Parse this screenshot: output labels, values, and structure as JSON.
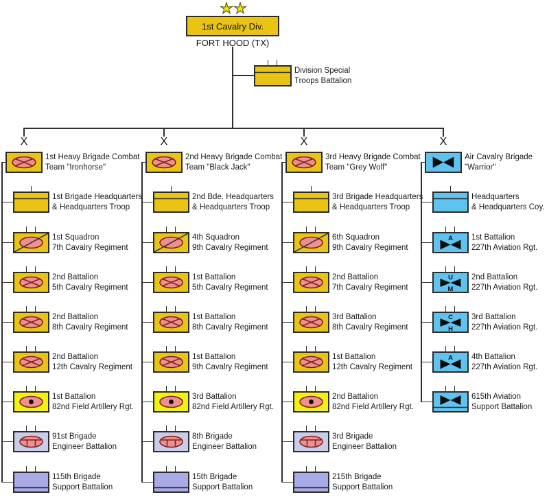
{
  "colors": {
    "gold": "#E9C414",
    "yellow": "#F2F20E",
    "lavender": "#C7CCE9",
    "purple": "#A9ABE6",
    "blue": "#5FC2EF",
    "oval_pink": "#EF9090",
    "oval_outline": "#7A2020",
    "line": "#2E2E2E",
    "star": "#F2E60D",
    "star_outline": "#55500A"
  },
  "root": {
    "name": "1st Cavalry Div.",
    "location": "FORT HOOD (TX)",
    "stars": 2
  },
  "division_unit": {
    "symbol": "hq",
    "fill": "gold",
    "echelon": "battalion",
    "label_lines": [
      "Division Special",
      "Troops Battalion"
    ]
  },
  "echelon_brigade_mark": "X",
  "brigades": [
    {
      "label_lines": [
        "1st Heavy Brigade Combat",
        "Team \"Ironhorse\""
      ],
      "symbol": "armor",
      "fill": "gold",
      "units": [
        {
          "symbol": "hq",
          "fill": "gold",
          "echelon": "company",
          "label_lines": [
            "1st Brigade Headquarters",
            "& Headquarters Troop"
          ]
        },
        {
          "symbol": "cavalry",
          "fill": "gold",
          "echelon": "battalion",
          "label_lines": [
            "1st Squadron",
            "7th Cavalry Regiment"
          ]
        },
        {
          "symbol": "armor",
          "fill": "gold",
          "echelon": "battalion",
          "label_lines": [
            "2nd Battalion",
            "5th Cavalry Regiment"
          ]
        },
        {
          "symbol": "armor",
          "fill": "gold",
          "echelon": "battalion",
          "label_lines": [
            "2nd Battalion",
            "8th Cavalry Regiment"
          ]
        },
        {
          "symbol": "armor",
          "fill": "gold",
          "echelon": "battalion",
          "label_lines": [
            "2nd Battalion",
            "12th Cavalry Regiment"
          ]
        },
        {
          "symbol": "artillery",
          "fill": "yellow",
          "echelon": "battalion",
          "label_lines": [
            "1st Battalion",
            "82nd Field Artillery Rgt."
          ]
        },
        {
          "symbol": "engineer",
          "fill": "lavender",
          "echelon": "battalion",
          "label_lines": [
            "91st Brigade",
            "Engineer Battalion"
          ]
        },
        {
          "symbol": "support",
          "fill": "purple",
          "echelon": "battalion",
          "label_lines": [
            "115th Brigade",
            "Support Battalion"
          ]
        }
      ]
    },
    {
      "label_lines": [
        "2nd Heavy Brigade Combat",
        "Team \"Black Jack\""
      ],
      "symbol": "armor",
      "fill": "gold",
      "units": [
        {
          "symbol": "hq",
          "fill": "gold",
          "echelon": "company",
          "label_lines": [
            "2nd Bde. Headquarters",
            "& Headquarters Troop"
          ]
        },
        {
          "symbol": "cavalry",
          "fill": "gold",
          "echelon": "battalion",
          "label_lines": [
            "4th Squadron",
            "9th Cavalry Regiment"
          ]
        },
        {
          "symbol": "armor",
          "fill": "gold",
          "echelon": "battalion",
          "label_lines": [
            "1st Battalion",
            "5th Cavalry Regiment"
          ]
        },
        {
          "symbol": "armor",
          "fill": "gold",
          "echelon": "battalion",
          "label_lines": [
            "1st Battalion",
            "8th Cavalry Regiment"
          ]
        },
        {
          "symbol": "armor",
          "fill": "gold",
          "echelon": "battalion",
          "label_lines": [
            "1st Battalion",
            "9th Cavalry Regiment"
          ]
        },
        {
          "symbol": "artillery",
          "fill": "yellow",
          "echelon": "battalion",
          "label_lines": [
            "3rd Battalion",
            "82nd Field Artillery Rgt."
          ]
        },
        {
          "symbol": "engineer",
          "fill": "lavender",
          "echelon": "battalion",
          "label_lines": [
            "8th Brigade",
            "Engineer Battalion"
          ]
        },
        {
          "symbol": "support",
          "fill": "purple",
          "echelon": "battalion",
          "label_lines": [
            "15th Brigade",
            "Support Battalion"
          ]
        }
      ]
    },
    {
      "label_lines": [
        "3rd Heavy Brigade Combat",
        "Team \"Grey Wolf\""
      ],
      "symbol": "armor",
      "fill": "gold",
      "units": [
        {
          "symbol": "hq",
          "fill": "gold",
          "echelon": "company",
          "label_lines": [
            "3rd Brigade Headquarters",
            "& Headquarters Troop"
          ]
        },
        {
          "symbol": "cavalry",
          "fill": "gold",
          "echelon": "battalion",
          "label_lines": [
            "6th Squadron",
            "9th Cavalry Regiment"
          ]
        },
        {
          "symbol": "armor",
          "fill": "gold",
          "echelon": "battalion",
          "label_lines": [
            "2nd Battalion",
            "7th Cavalry Regiment"
          ]
        },
        {
          "symbol": "armor",
          "fill": "gold",
          "echelon": "battalion",
          "label_lines": [
            "3rd Battalion",
            "8th Cavalry Regiment"
          ]
        },
        {
          "symbol": "armor",
          "fill": "gold",
          "echelon": "battalion",
          "label_lines": [
            "1st Battalion",
            "12th Cavalry Regiment"
          ]
        },
        {
          "symbol": "artillery",
          "fill": "yellow",
          "echelon": "battalion",
          "label_lines": [
            "2nd Battalion",
            "82nd Field Artillery Rgt."
          ]
        },
        {
          "symbol": "engineer",
          "fill": "lavender",
          "echelon": "battalion",
          "label_lines": [
            "3rd Brigade",
            "Engineer Battalion"
          ]
        },
        {
          "symbol": "support",
          "fill": "purple",
          "echelon": "battalion",
          "label_lines": [
            "215th Brigade",
            "Support Battalion"
          ]
        }
      ]
    },
    {
      "label_lines": [
        "Air Cavalry Brigade",
        "\"Warrior\""
      ],
      "symbol": "aviation",
      "fill": "blue",
      "units": [
        {
          "symbol": "hq",
          "fill": "blue",
          "echelon": "company",
          "label_lines": [
            "Headquarters",
            "& Headquarters Coy."
          ]
        },
        {
          "symbol": "aviation_a",
          "fill": "blue",
          "echelon": "battalion",
          "letter_top": "A",
          "label_lines": [
            "1st Battalion",
            "227th Aviation Rgt."
          ]
        },
        {
          "symbol": "aviation_um",
          "fill": "blue",
          "echelon": "battalion",
          "letter_top": "U",
          "letter_bottom": "M",
          "label_lines": [
            "2nd Battalion",
            "227th Aviation Rgt."
          ]
        },
        {
          "symbol": "aviation_ch",
          "fill": "blue",
          "echelon": "battalion",
          "letter_top": "C",
          "letter_bottom": "H",
          "label_lines": [
            "3rd Battalion",
            "227th Aviation Rgt."
          ]
        },
        {
          "symbol": "aviation_a",
          "fill": "blue",
          "echelon": "battalion",
          "letter_top": "A",
          "label_lines": [
            "4th Battalion",
            "227th Aviation Rgt."
          ]
        },
        {
          "symbol": "aviation_support",
          "fill": "blue",
          "echelon": "battalion",
          "label_lines": [
            "615th Aviation",
            "Support Battalion"
          ]
        }
      ]
    }
  ]
}
